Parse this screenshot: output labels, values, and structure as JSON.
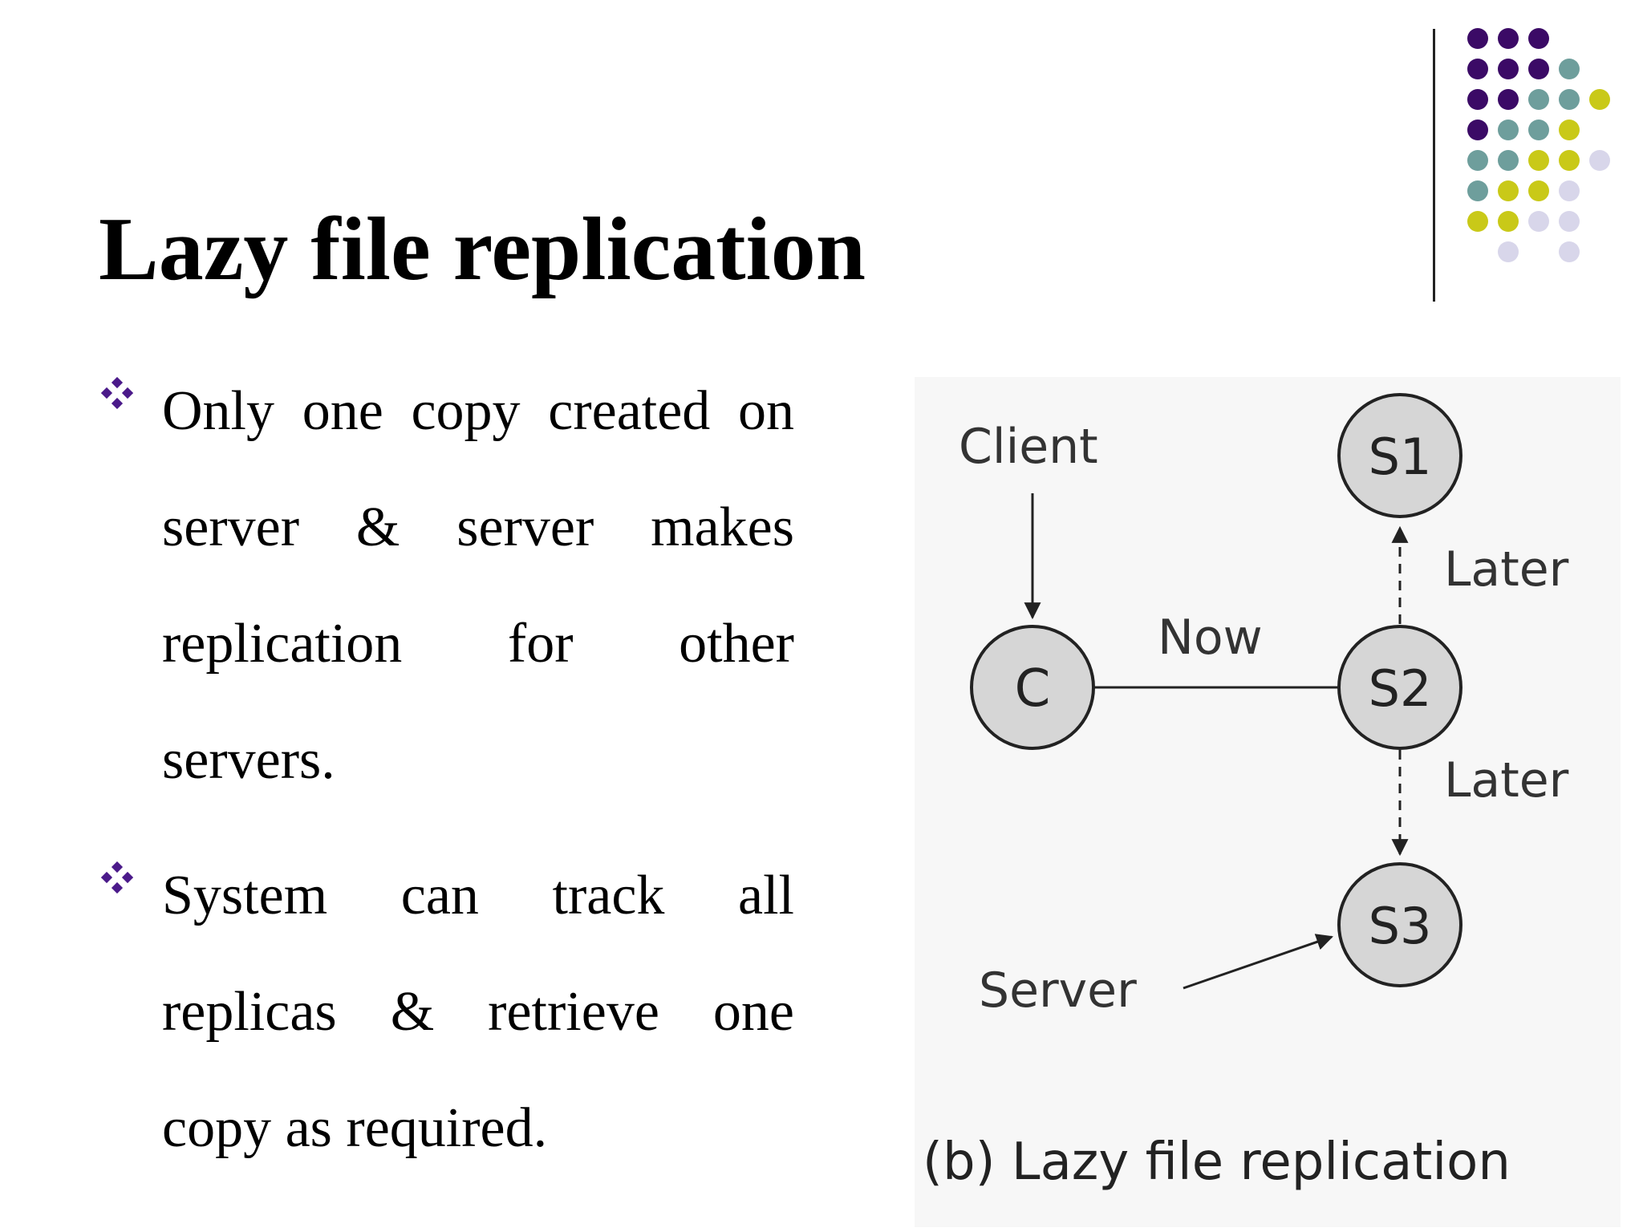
{
  "slide": {
    "title": "Lazy file replication"
  },
  "bullets": [
    {
      "text": "Only one copy created on server & server makes replication for other servers."
    },
    {
      "text": "System can track all replicas & retrieve one copy as required."
    }
  ],
  "diagram": {
    "nodes": {
      "c": "C",
      "s1": "S1",
      "s2": "S2",
      "s3": "S3"
    },
    "labels": {
      "client": "Client",
      "now": "Now",
      "later_up": "Later",
      "later_down": "Later",
      "server": "Server"
    },
    "caption": "(b) Lazy file replication"
  },
  "theme": {
    "dot_colors": [
      "#3b0a66",
      "#6e9e9c",
      "#c9c918",
      "#d8d6ea"
    ],
    "bullet_color": "#4b1a8a",
    "node_fill": "#d6d6d6"
  }
}
